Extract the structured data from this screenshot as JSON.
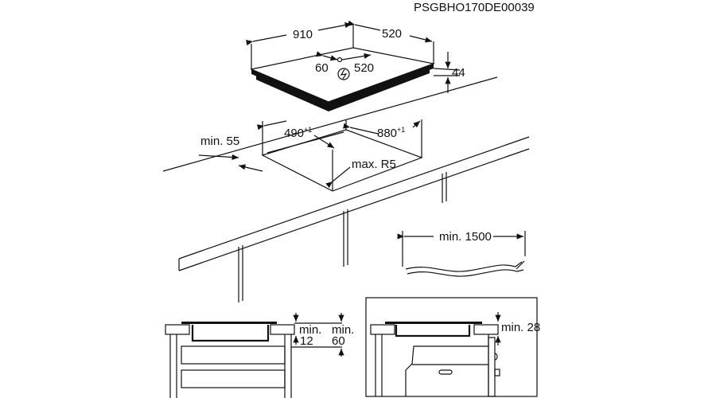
{
  "doc_code": "PSGBHO170DE00039",
  "hob": {
    "width": "910",
    "depth": "520",
    "height": "44",
    "conn_offset_x": "60",
    "conn_offset_y": "520",
    "power_icon": "lightning-in-circle-icon"
  },
  "cutout": {
    "depth": "490",
    "depth_tol": "+1",
    "width": "880",
    "width_tol": "+1",
    "radius": "max. R5",
    "edge_distance": "min. 55"
  },
  "cable": {
    "length": "min. 1500"
  },
  "side_view_drawers": {
    "min_label_a": "min.",
    "value_a": "12",
    "min_label_b": "min.",
    "value_b": "60"
  },
  "side_view_oven": {
    "clearance": "min. 28"
  },
  "colors": {
    "line": "#111111",
    "background": "#ffffff"
  }
}
